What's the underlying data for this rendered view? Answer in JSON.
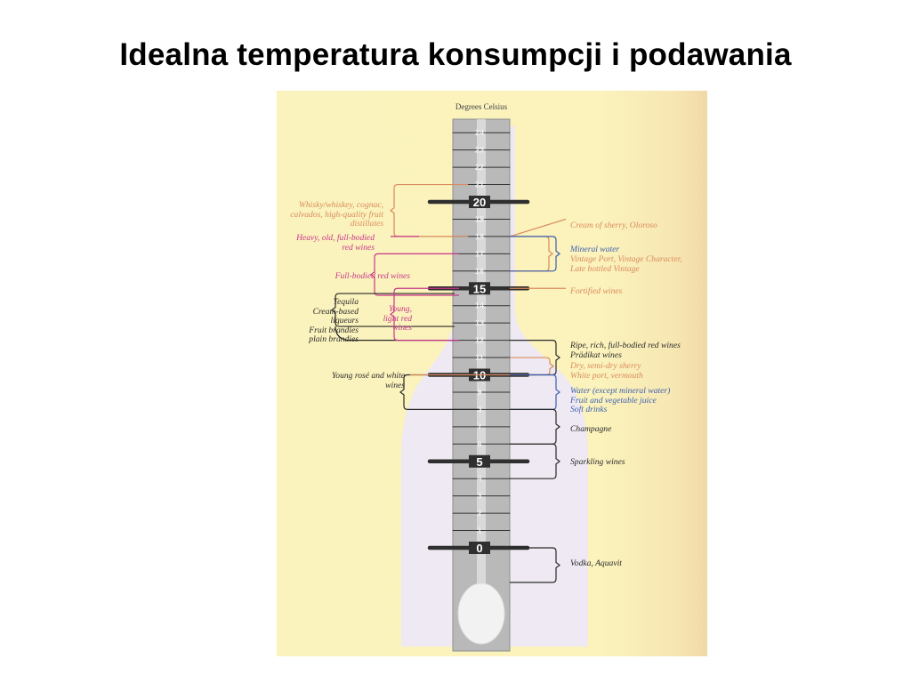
{
  "slide": {
    "title": "Idealna temperatura konsumpcji i podawania"
  },
  "diagram": {
    "scale_title": "Degrees Celsius",
    "scale_min": 0,
    "scale_max": 24,
    "major_ticks": [
      0,
      5,
      10,
      15,
      20
    ],
    "colors": {
      "orange": "#d98a5c",
      "pink": "#c8368a",
      "blue": "#3b5fb0",
      "dark": "#2a2a2a",
      "tube": "#b9b9b9",
      "bottle": "#ece8f7"
    },
    "left_labels": [
      {
        "id": "whisky",
        "lines": [
          "Whisky/whiskey, cognac,",
          "calvados, high-quality fruit",
          "distillates"
        ],
        "color": "orange"
      },
      {
        "id": "heavy-red",
        "lines": [
          "Heavy, old, full-bodied",
          "red wines"
        ],
        "color": "pink"
      },
      {
        "id": "full-red",
        "lines": [
          "Full-bodied red wines"
        ],
        "color": "pink"
      },
      {
        "id": "tequila",
        "lines": [
          "Tequila",
          "Cream-based",
          "liqueurs",
          "Fruit brandies",
          "plain brandies"
        ],
        "color": "dark"
      },
      {
        "id": "young-red",
        "lines": [
          "Young,",
          "light red",
          "wines"
        ],
        "color": "pink"
      },
      {
        "id": "rose",
        "lines": [
          "Young rosé and white",
          "wines"
        ],
        "color": "dark"
      }
    ],
    "right_labels": [
      {
        "id": "cream-sherry",
        "lines": [
          "Cream of sherry, Oloroso"
        ],
        "color": "orange"
      },
      {
        "id": "mineral",
        "lines": [
          "Mineral water"
        ],
        "color": "blue"
      },
      {
        "id": "vintage-port",
        "lines": [
          "Vintage Port, Vintage Character,",
          "Late bottled Vintage"
        ],
        "color": "orange"
      },
      {
        "id": "fortified",
        "lines": [
          "Fortified wines"
        ],
        "color": "orange"
      },
      {
        "id": "ripe-red",
        "lines": [
          "Ripe, rich, full-bodied red wines",
          "Prädikat wines"
        ],
        "color": "dark"
      },
      {
        "id": "dry-sherry",
        "lines": [
          "Dry, semi-dry sherry",
          "White port, vermouth"
        ],
        "color": "orange"
      },
      {
        "id": "water",
        "lines": [
          "Water (except mineral water)",
          "Fruit and vegetable juice",
          "Soft drinks"
        ],
        "color": "blue"
      },
      {
        "id": "champagne",
        "lines": [
          "Champagne"
        ],
        "color": "dark"
      },
      {
        "id": "sparkling",
        "lines": [
          "Sparkling wines"
        ],
        "color": "dark"
      },
      {
        "id": "vodka",
        "lines": [
          "Vodka, Aquavit"
        ],
        "color": "dark"
      }
    ]
  }
}
